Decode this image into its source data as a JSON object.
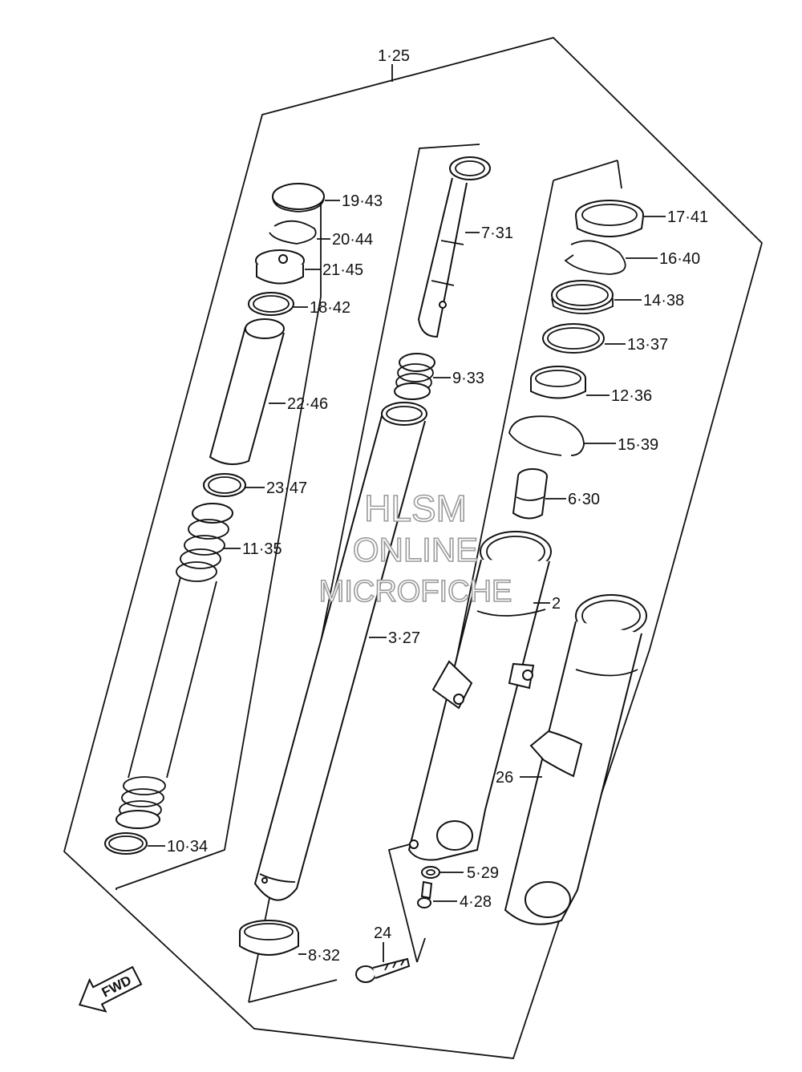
{
  "title_ref": "1·25",
  "parts": [
    {
      "id": "p19",
      "label": "19·43"
    },
    {
      "id": "p20",
      "label": "20·44"
    },
    {
      "id": "p21",
      "label": "21·45"
    },
    {
      "id": "p18",
      "label": "18·42"
    },
    {
      "id": "p22",
      "label": "22·46"
    },
    {
      "id": "p23",
      "label": "23·47"
    },
    {
      "id": "p11",
      "label": "11·35"
    },
    {
      "id": "p10",
      "label": "10·34"
    },
    {
      "id": "p7",
      "label": "7·31"
    },
    {
      "id": "p9",
      "label": "9·33"
    },
    {
      "id": "p3",
      "label": "3·27"
    },
    {
      "id": "p8",
      "label": "8·32"
    },
    {
      "id": "p24",
      "label": "24"
    },
    {
      "id": "p17",
      "label": "17·41"
    },
    {
      "id": "p16",
      "label": "16·40"
    },
    {
      "id": "p14",
      "label": "14·38"
    },
    {
      "id": "p13",
      "label": "13·37"
    },
    {
      "id": "p12",
      "label": "12·36"
    },
    {
      "id": "p15",
      "label": "15·39"
    },
    {
      "id": "p6",
      "label": "6·30"
    },
    {
      "id": "p2",
      "label": "2"
    },
    {
      "id": "p26",
      "label": "26"
    },
    {
      "id": "p5",
      "label": "5·29"
    },
    {
      "id": "p4",
      "label": "4·28"
    }
  ],
  "watermark": {
    "line1": "HLSM",
    "line2": "ONLINE",
    "line3": "MICROFICHE"
  },
  "fwd_label": "FWD",
  "icons": {
    "fwd_arrow": "fwd-arrow-icon"
  }
}
